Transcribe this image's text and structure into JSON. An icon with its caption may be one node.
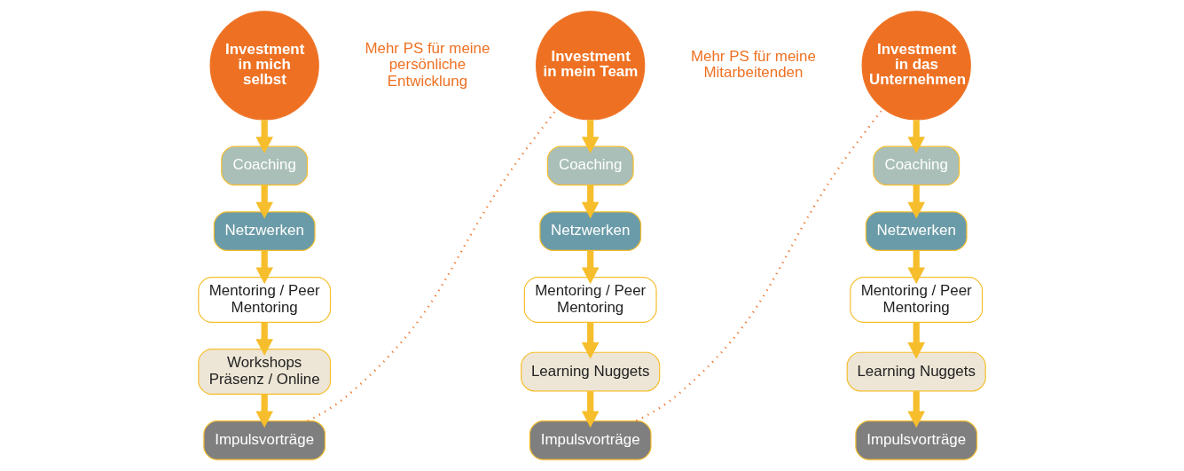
{
  "diagram": {
    "nodes": [
      {
        "text": [
          "Investment in mich selbst"
        ],
        "beside": [
          "Mehr PS für meine persönliche Entwicklung"
        ]
      },
      {
        "text": [
          "Coaching"
        ]
      },
      {
        "text": [
          "Netzwerken"
        ]
      },
      {
        "text": [
          "Mentoring / Peer Mentoring"
        ]
      },
      {
        "text": [
          "Workshops Präsenz / Online"
        ]
      },
      {
        "text": [
          "Impulsvorträge"
        ]
      },
      {
        "text": [
          "Investment in mein Team"
        ],
        "beside": [
          "Mehr PS für meine Mitarbeitenden"
        ]
      },
      {
        "text": [
          "Coaching"
        ]
      },
      {
        "text": [
          "Netzwerken"
        ]
      },
      {
        "text": [
          "Mentoring / Peer Mentoring"
        ]
      },
      {
        "text": [
          "Learning Nuggets"
        ]
      },
      {
        "text": [
          "Impulsvorträge"
        ]
      },
      {
        "text": [
          "Investment in das Unternehmen"
        ]
      },
      {
        "text": [
          "Coaching"
        ]
      },
      {
        "text": [
          "Netzwerken"
        ]
      },
      {
        "text": [
          "Mentoring / Peer Mentoring"
        ]
      },
      {
        "text": [
          "Learning Nuggets"
        ]
      },
      {
        "text": [
          "Impulsvorträge"
        ]
      }
    ],
    "edges": [
      {
        "from": 0,
        "to": 1,
        "arrow": "to"
      },
      {
        "from": 1,
        "to": 2,
        "arrow": "to"
      },
      {
        "from": 2,
        "to": 3,
        "arrow": "to"
      },
      {
        "from": 3,
        "to": 4,
        "arrow": "to"
      },
      {
        "from": 4,
        "to": 5,
        "arrow": "to"
      },
      {
        "from": 5,
        "to": 6,
        "arrow": "none",
        "style": "dashed",
        "color": "#ee7123"
      },
      {
        "from": 6,
        "to": 7,
        "arrow": "to"
      },
      {
        "from": 7,
        "to": 8,
        "arrow": "to"
      },
      {
        "from": 8,
        "to": 9,
        "arrow": "to"
      },
      {
        "from": 9,
        "to": 10,
        "arrow": "to"
      },
      {
        "from": 10,
        "to": 11,
        "arrow": "to"
      },
      {
        "from": 11,
        "to": 12,
        "arrow": "none",
        "style": "dashed",
        "color": "#ee7123"
      },
      {
        "from": 12,
        "to": 13,
        "arrow": "to"
      },
      {
        "from": 13,
        "to": 14,
        "arrow": "to"
      },
      {
        "from": 14,
        "to": 15,
        "arrow": "to"
      },
      {
        "from": 15,
        "to": 16,
        "arrow": "to"
      },
      {
        "from": 16,
        "to": 17,
        "arrow": "to"
      }
    ]
  }
}
